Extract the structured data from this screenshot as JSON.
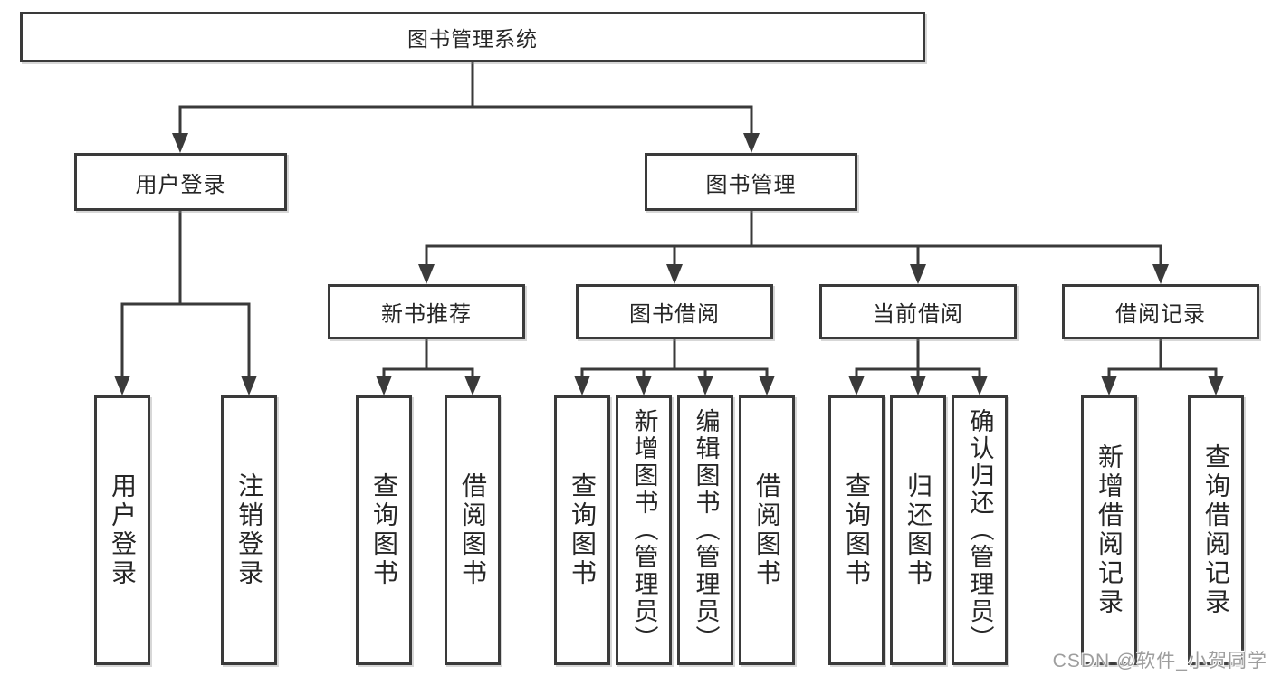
{
  "nodes": {
    "root": "图书管理系统",
    "user_login": "用户登录",
    "book_management": "图书管理",
    "new_book_recommend": "新书推荐",
    "book_borrow": "图书借阅",
    "current_borrow": "当前借阅",
    "borrow_records": "借阅记录",
    "l_user_login": "用户登录",
    "l_logout": "注销登录",
    "l_query_book_a": "查询图书",
    "l_borrow_book_a": "借阅图书",
    "l_query_book_b": "查询图书",
    "l_add_book": "新增图书（管理员）",
    "l_edit_book": "编辑图书（管理员）",
    "l_borrow_book_b": "借阅图书",
    "l_query_book_c": "查询图书",
    "l_return_book": "归还图书",
    "l_confirm_return": "确认归还（管理员）",
    "l_add_record": "新增借阅记录",
    "l_query_record": "查询借阅记录"
  },
  "watermark": "CSDN @软件_小贺同学",
  "colors": {
    "line": "#3a3a3a",
    "text": "#262626",
    "watermark": "#9e9e9e"
  }
}
